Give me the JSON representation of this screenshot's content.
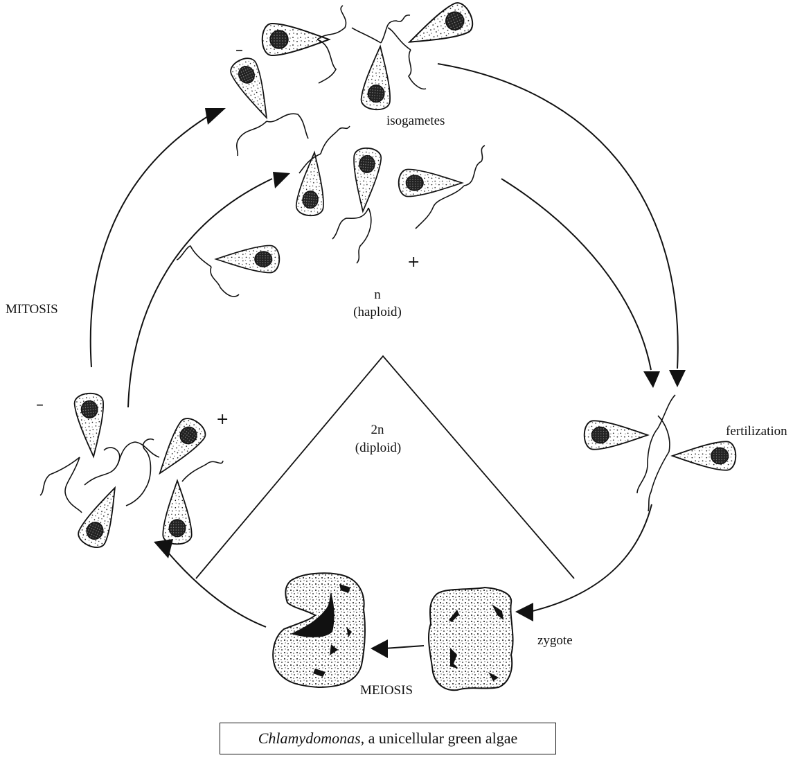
{
  "labels": {
    "isogametes": "isogametes",
    "haploid_n": "n",
    "haploid_word": "(haploid)",
    "diploid_n": "2n",
    "diploid_word": "(diploid)",
    "mitosis": "MITOSIS",
    "fertilization": "fertilization",
    "zygote": "zygote",
    "meiosis": "MEIOSIS"
  },
  "signs": {
    "top_minus": "–",
    "top_plus": "+",
    "left_minus": "–",
    "left_plus": "+"
  },
  "caption": {
    "genus": "Chlamydomonas,",
    "rest": " a unicellular green algae"
  },
  "colors": {
    "ink": "#111111",
    "cell_fill": "#ffffff"
  }
}
